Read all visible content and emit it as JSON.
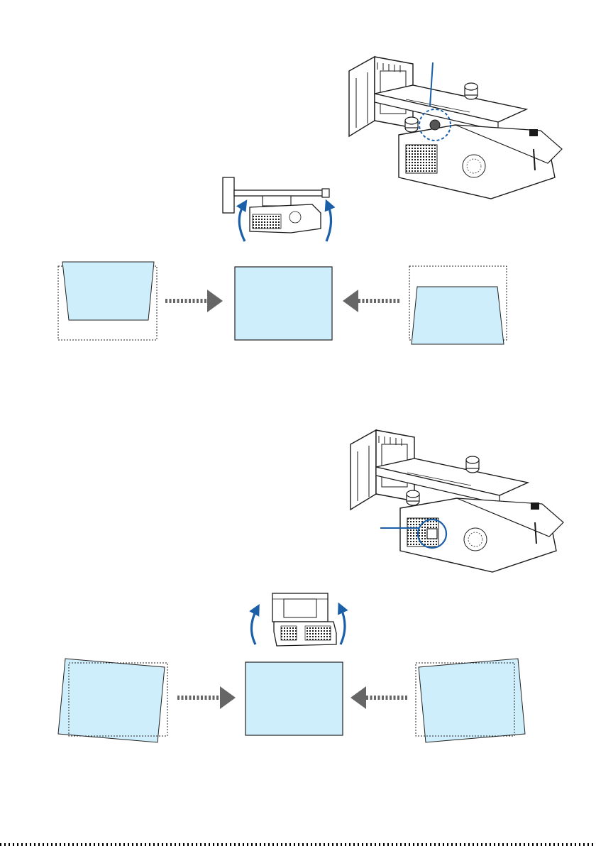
{
  "colors": {
    "screen_fill": "#cdeefa",
    "arrow_blue": "#1a5fa8",
    "dashed_arrow_gray": "#666666",
    "line_art": "#1a1a1a",
    "callout_blue": "#1a5fa8"
  },
  "sections": [
    {
      "name": "vertical-adjustment",
      "illustrations": [
        "wall-mount-unit-icon",
        "side-view-projector-icon"
      ],
      "screens": [
        {
          "role": "before-left",
          "shape": "keystone-top-wide"
        },
        {
          "role": "result",
          "shape": "rectangle"
        },
        {
          "role": "before-right",
          "shape": "keystone-bottom-wide"
        }
      ]
    },
    {
      "name": "tilt-adjustment",
      "illustrations": [
        "wall-mount-unit-icon",
        "top-view-projector-icon"
      ],
      "screens": [
        {
          "role": "before-left",
          "shape": "rotated-counterclockwise"
        },
        {
          "role": "result",
          "shape": "rectangle"
        },
        {
          "role": "before-right",
          "shape": "rotated-clockwise"
        }
      ]
    }
  ]
}
